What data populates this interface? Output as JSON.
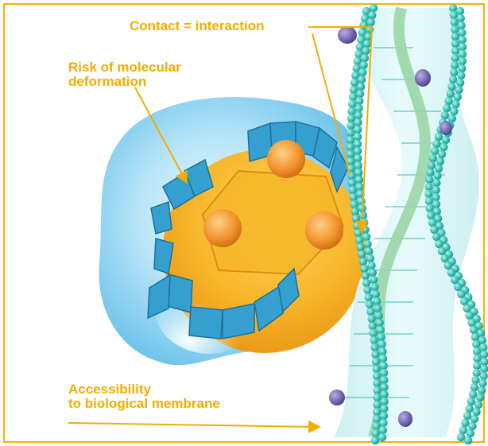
{
  "labels": {
    "contact": "Contact = interaction",
    "risk_line1": "Risk of molecular",
    "risk_line2": "deformation",
    "access_line1": "Accessibility",
    "access_line2": "to biological membrane"
  },
  "colors": {
    "label": "#f2ad00",
    "frame": "#f5b400",
    "gel": "#8fd3f0",
    "sphere": "#f6b21f",
    "ring": "#3aa3d1",
    "membrane_head": "#3cc8b9",
    "membrane_core": "#9ad6a6",
    "protein": "#6a5fa8"
  }
}
